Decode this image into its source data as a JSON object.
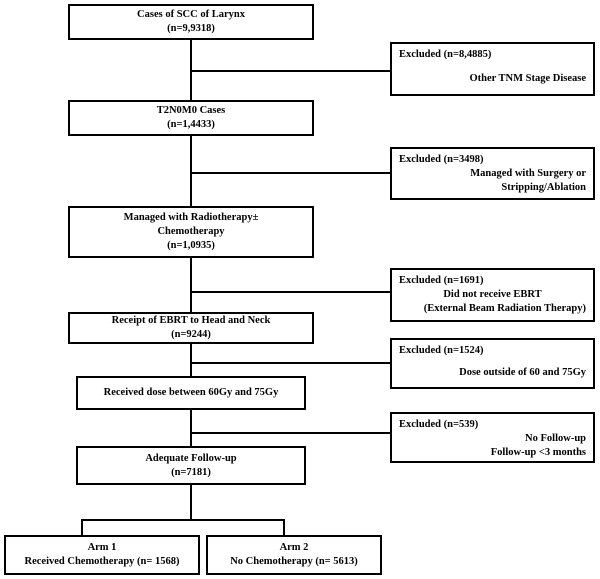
{
  "flow": {
    "boxes": [
      {
        "id": "cases",
        "lines": [
          "Cases of SCC of Larynx",
          "(n=9,9318)"
        ]
      },
      {
        "id": "t2n0m0",
        "lines": [
          "T2N0M0 Cases",
          "(n=1,4433)"
        ]
      },
      {
        "id": "radiotherapy",
        "lines": [
          "Managed with Radiotherapy±",
          "Chemotherapy",
          "(n=1,0935)"
        ]
      },
      {
        "id": "ebrt",
        "lines": [
          "Receipt of EBRT to Head and Neck",
          "(n=9244)"
        ]
      },
      {
        "id": "dose",
        "lines": [
          "Received dose between 60Gy and 75Gy"
        ]
      },
      {
        "id": "followup",
        "lines": [
          "Adequate Follow-up",
          "(n=7181)"
        ]
      }
    ],
    "exclusions": [
      {
        "title": "Excluded (n=8,4885)",
        "details": [
          "Other TNM Stage Disease"
        ]
      },
      {
        "title": "Excluded (n=3498)",
        "details": [
          "Managed with Surgery or",
          "Stripping/Ablation"
        ]
      },
      {
        "title": "Excluded (n=1691)",
        "details": [
          "Did not receive EBRT",
          "(External Beam Radiation Therapy)"
        ]
      },
      {
        "title": "Excluded (n=1524)",
        "details": [
          "Dose outside of 60 and 75Gy"
        ]
      },
      {
        "title": "Excluded (n=539)",
        "details": [
          "No Follow-up",
          "Follow-up <3 months"
        ]
      }
    ],
    "arms": [
      {
        "title": "Arm 1",
        "desc": "Received Chemotherapy (n= 1568)"
      },
      {
        "title": "Arm 2",
        "desc": "No Chemotherapy (n= 5613)"
      }
    ]
  }
}
